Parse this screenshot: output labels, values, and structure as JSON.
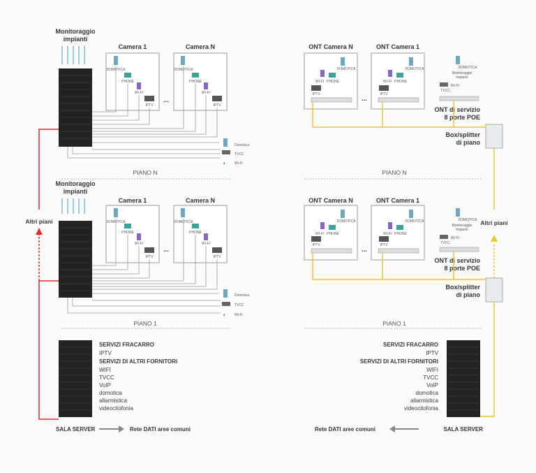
{
  "colors": {
    "accent_red": "#dd2a2a",
    "accent_yellow": "#f1c232",
    "rack": "#222222",
    "line_gray": "#9a9a9a"
  },
  "left": {
    "monitoring": [
      "Monitoraggio",
      "impianti"
    ],
    "floors": [
      {
        "room1_title": "Camera 1",
        "roomN_title": "Camera N",
        "piano": "PIANO N"
      },
      {
        "room1_title": "Camera 1",
        "roomN_title": "Camera N",
        "piano": "PIANO 1"
      }
    ],
    "room_devices": {
      "domotica": "DOMOTICA",
      "phone": "PHONE",
      "wifi": "WI-FI",
      "iptv": "IPTV"
    },
    "ellipsis": "...",
    "common": {
      "domotica": "Domotica",
      "tvcc": "TVCC",
      "wifi": "Wi-Fi"
    },
    "altri_piani": "Altri piani",
    "sala_server": "SALA SERVER",
    "rete_dati": "Rete DATI aree comuni",
    "services": [
      {
        "text": "SERVIZI FRACARRO",
        "bold": true
      },
      {
        "text": "IPTV",
        "bold": false
      },
      {
        "text": "SERVIZI DI ALTRI FORNITORI",
        "bold": true
      },
      {
        "text": "WIFI",
        "bold": false
      },
      {
        "text": "TVCC",
        "bold": false
      },
      {
        "text": "VoIP",
        "bold": false
      },
      {
        "text": "domotica",
        "bold": false
      },
      {
        "text": "allarmistica",
        "bold": false
      },
      {
        "text": "videocitofonia",
        "bold": false
      }
    ]
  },
  "right": {
    "floors": [
      {
        "ontN_title": "ONT Camera N",
        "ont1_title": "ONT Camera 1",
        "piano": "PIANO N"
      },
      {
        "ontN_title": "ONT Camera N",
        "ont1_title": "ONT Camera 1",
        "piano": "PIANO 1"
      }
    ],
    "room_devices": {
      "domotica": "DOMOTICA",
      "wifi": "WI-FI",
      "phone": "PHONE",
      "iptv": "IPTV"
    },
    "service_devices": {
      "domotica": "DOMOTICA",
      "monitor": [
        "Monitoraggio",
        "impianti"
      ],
      "tvcc": "TVCC",
      "wifi": "WI-FI"
    },
    "ont_servizio": [
      "ONT di servizio",
      "8 porte POE"
    ],
    "splitter": [
      "Box/splitter",
      "di piano"
    ],
    "ellipsis": "...",
    "altri_piani": "Altri piani",
    "sala_server": "SALA SERVER",
    "rete_dati": "Rete DATI aree comuni",
    "services": [
      {
        "text": "SERVIZI FRACARRO",
        "bold": true
      },
      {
        "text": "IPTV",
        "bold": false
      },
      {
        "text": "SERVIZI DI ALTRI FORNITORI",
        "bold": true
      },
      {
        "text": "WIFI",
        "bold": false
      },
      {
        "text": "TVCC",
        "bold": false
      },
      {
        "text": "VoIP",
        "bold": false
      },
      {
        "text": "domotica",
        "bold": false
      },
      {
        "text": "allarmistica",
        "bold": false
      },
      {
        "text": "videocitofonia",
        "bold": false
      }
    ]
  }
}
